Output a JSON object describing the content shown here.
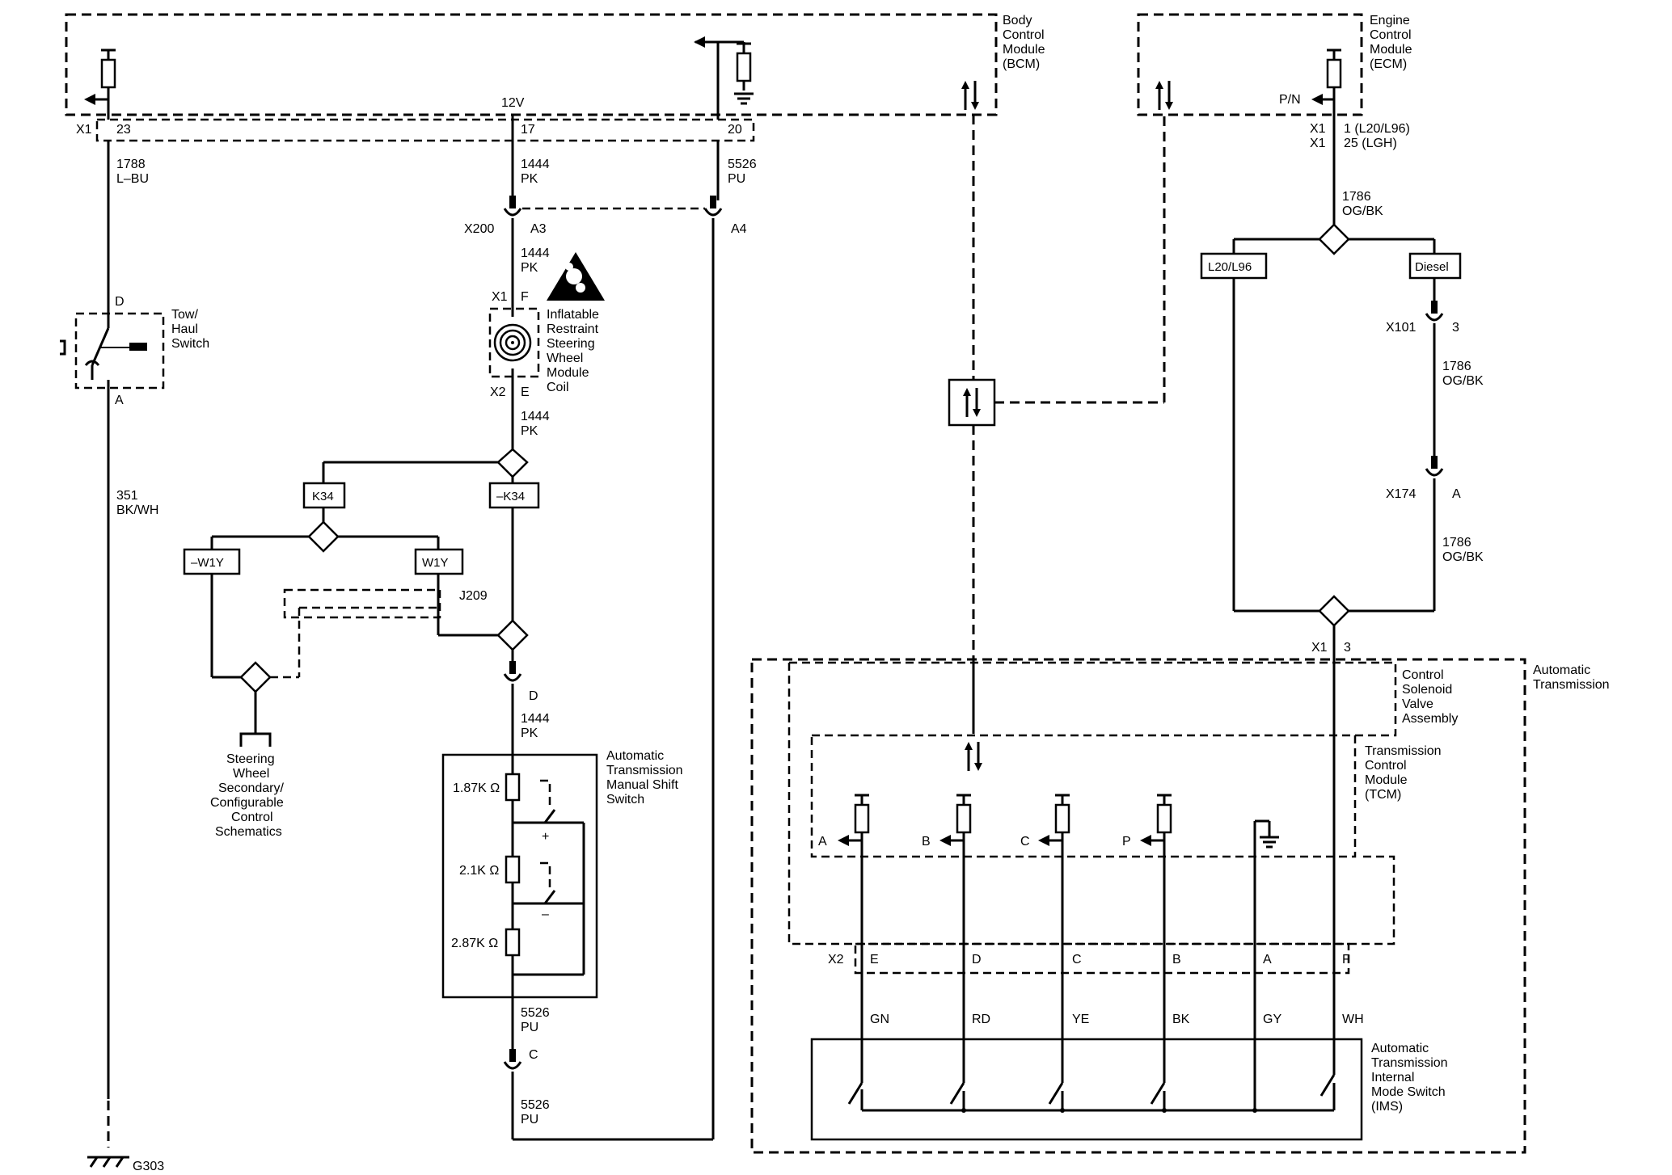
{
  "modules": {
    "bcm": [
      "Body",
      "Control",
      "Module",
      "(BCM)"
    ],
    "ecm": [
      "Engine",
      "Control",
      "Module",
      "(ECM)"
    ],
    "at": [
      "Automatic",
      "Transmission"
    ],
    "csva": [
      "Control",
      "Solenoid",
      "Valve",
      "Assembly"
    ],
    "tcm": [
      "Transmission",
      "Control",
      "Module",
      "(TCM)"
    ],
    "ims": [
      "Automatic",
      "Transmission",
      "Internal",
      "Mode Switch",
      "(IMS)"
    ],
    "manual_shift": [
      "Automatic",
      "Transmission",
      "Manual Shift",
      "Switch"
    ],
    "airbag_coil": [
      "Inflatable",
      "Restraint",
      "Steering",
      "Wheel",
      "Module",
      "Coil"
    ],
    "tow_haul": [
      "Tow/",
      "Haul",
      "Switch"
    ],
    "sw_secondary": [
      "Steering",
      "Wheel",
      "Secondary/",
      "Configurable",
      "Control",
      "Schematics"
    ]
  },
  "labels": {
    "x1": "X1",
    "x2": "X2",
    "pin23": "23",
    "pin17": "17",
    "pin20": "20",
    "v12": "12V",
    "w1788": [
      "1788",
      "L–BU"
    ],
    "w1444a": [
      "1444",
      "PK"
    ],
    "w1444b": [
      "1444",
      "PK"
    ],
    "w1444c": [
      "1444",
      "PK"
    ],
    "w1444d": [
      "1444",
      "PK"
    ],
    "w5526a": [
      "5526",
      "PU"
    ],
    "w5526b": [
      "5526",
      "PU"
    ],
    "w5526c": [
      "5526",
      "PU"
    ],
    "w351": [
      "351",
      "BK/WH"
    ],
    "x200": "X200",
    "a3": "A3",
    "a4": "A4",
    "coil_x1": "X1",
    "coil_f": "F",
    "coil_x2": "X2",
    "coil_e": "E",
    "tow_d": "D",
    "tow_a": "A",
    "k34": "K34",
    "nk34": "–K34",
    "nw1y": "–W1Y",
    "w1y": "W1Y",
    "j209": "J209",
    "conn_d": "D",
    "conn_c": "C",
    "r1": "1.87K Ω",
    "r2": "2.1K Ω",
    "r3": "2.87K Ω",
    "plus": "+",
    "minus": "–",
    "g303": "G303",
    "pn": "P/N",
    "ecm_pin1": "1 (L20/L96)",
    "ecm_pin25": "25 (LGH)",
    "ecm_x1a": "X1",
    "ecm_x1b": "X1",
    "w1786a": [
      "1786",
      "OG/BK"
    ],
    "w1786b": [
      "1786",
      "OG/BK"
    ],
    "w1786c": [
      "1786",
      "OG/BK"
    ],
    "l20": "L20/L96",
    "diesel": "Diesel",
    "x101": "X101",
    "x101_pin": "3",
    "x174": "X174",
    "x174_pin": "A",
    "tr_x1": "X1",
    "tr_pin3": "3",
    "sol_a": "A",
    "sol_b": "B",
    "sol_c": "C",
    "sol_p": "P",
    "x2_pins": [
      "E",
      "D",
      "C",
      "B",
      "A",
      "F"
    ],
    "wire_colors": [
      "GN",
      "RD",
      "YE",
      "BK",
      "GY",
      "WH"
    ]
  }
}
